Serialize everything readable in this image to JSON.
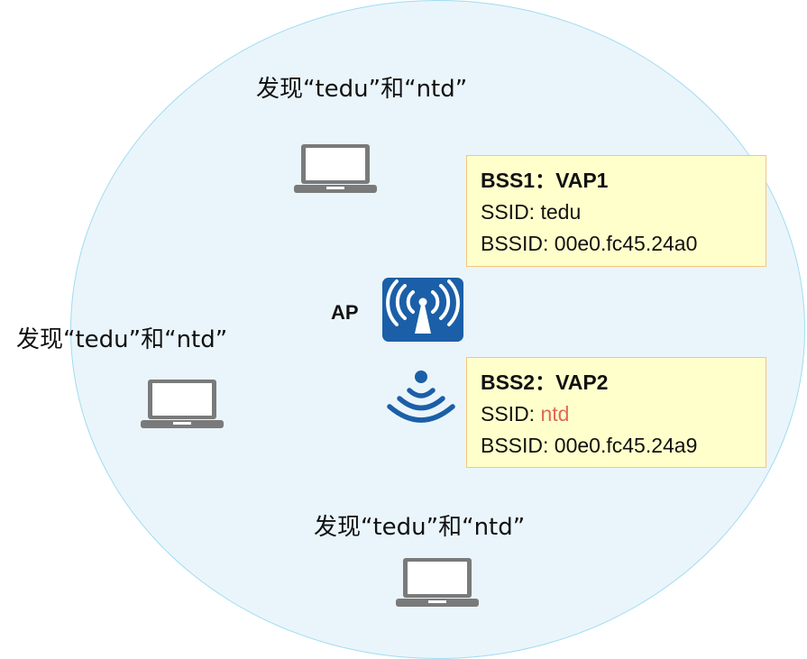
{
  "diagram": {
    "discover_labels": [
      "发现“tedu”和“ntd”",
      "发现“tedu”和“ntd”",
      "发现“tedu”和“ntd”"
    ],
    "ap": {
      "label": "AP",
      "icon": "access-point-icon",
      "signal_icon": "wifi-signal-icon",
      "color": "#1b5fa8"
    },
    "bss": [
      {
        "title": "BSS1：VAP1",
        "ssid_prefix": "SSID: ",
        "ssid": "tedu",
        "bssid": "BSSID: 00e0.fc45.24a0"
      },
      {
        "title": "BSS2：VAP2",
        "ssid_prefix": "SSID: ",
        "ssid": "ntd",
        "ssid_color": "#e06a55",
        "bssid": "BSSID: 00e0.fc45.24a9"
      }
    ],
    "colors": {
      "coverage_fill": "#eaf5fb",
      "coverage_border": "#9fdcf0",
      "box_fill": "#ffffcc",
      "box_border": "#f5c77a",
      "laptop": "#7a7a7a"
    }
  }
}
